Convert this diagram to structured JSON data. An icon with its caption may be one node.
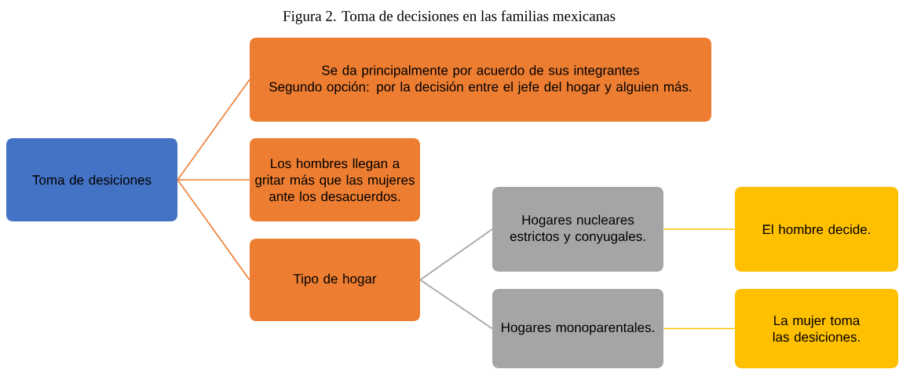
{
  "diagram": {
    "title": "Figura 2. Toma de decisiones en las familias mexicanas",
    "nodes": [
      {
        "text": [
          "Toma de desiciones"
        ]
      },
      {
        "text": [
          "Se da principalmente por acuerdo de sus integrantes",
          "Segundo opción: por la decisión entre el jefe del hogar y alguien más."
        ]
      },
      {
        "text": [
          "Los hombres llegan a gritar más que las mujeres ante los desacuerdos."
        ]
      },
      {
        "text": [
          "Tipo de hogar"
        ]
      },
      {
        "text": [
          "Hogares nucleares estrictos y conyugales."
        ]
      },
      {
        "text": [
          "Hogares monoparentales."
        ]
      },
      {
        "text": [
          "El hombre decide."
        ]
      },
      {
        "text": [
          "La mujer toma las desiciones."
        ]
      }
    ],
    "edges": [
      {
        "from": 0,
        "to": 1,
        "arrow": "none",
        "color": "#ed7d31"
      },
      {
        "from": 0,
        "to": 2,
        "arrow": "none",
        "color": "#ed7d31"
      },
      {
        "from": 0,
        "to": 3,
        "arrow": "none",
        "color": "#ed7d31"
      },
      {
        "from": 3,
        "to": 4,
        "arrow": "none",
        "color": "#a5a5a5"
      },
      {
        "from": 3,
        "to": 5,
        "arrow": "none",
        "color": "#a5a5a5"
      },
      {
        "from": 4,
        "to": 6,
        "arrow": "none",
        "color": "#ffc000"
      },
      {
        "from": 5,
        "to": 7,
        "arrow": "none",
        "color": "#ffc000"
      }
    ]
  }
}
